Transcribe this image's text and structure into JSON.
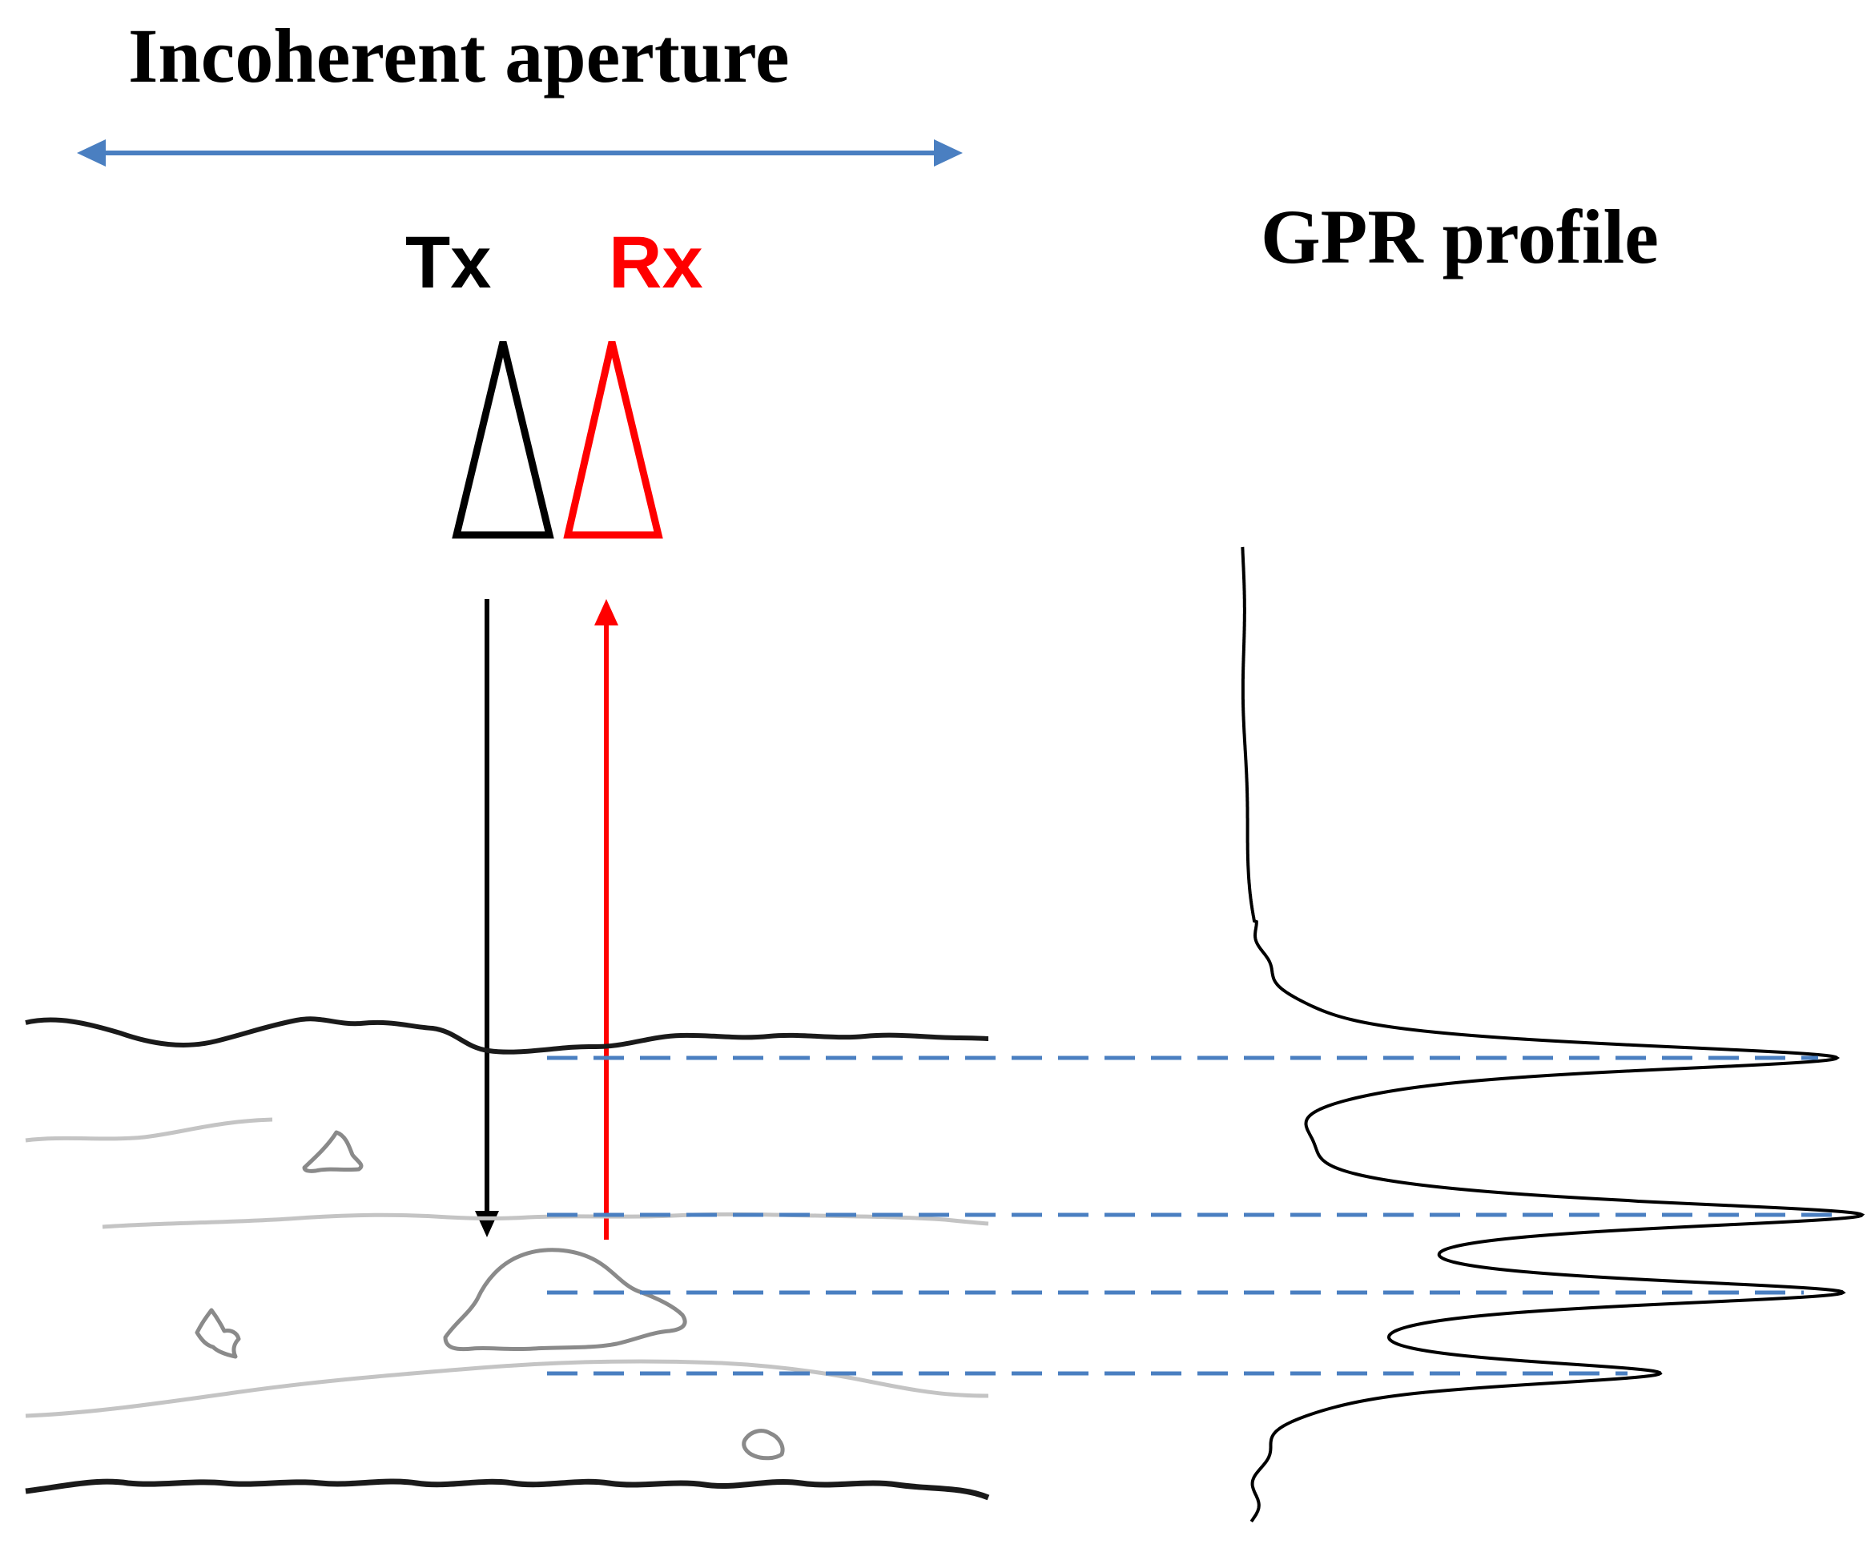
{
  "diagram": {
    "title": "Incoherent aperture",
    "profile_label": "GPR profile",
    "transmitter": {
      "label": "Tx",
      "color": "#000000"
    },
    "receiver": {
      "label": "Rx",
      "color": "#ff0000"
    },
    "colors": {
      "aperture_arrow": "#4a7fc1",
      "dashed_lines": "#4a7fc1",
      "surface": "#1a1a1a",
      "layers": "#c4c4c4",
      "inclusions": "#8a8a8a",
      "trace": "#000000"
    },
    "profile_peak_strengths": [
      1.0,
      1.0,
      0.95,
      0.66
    ]
  }
}
